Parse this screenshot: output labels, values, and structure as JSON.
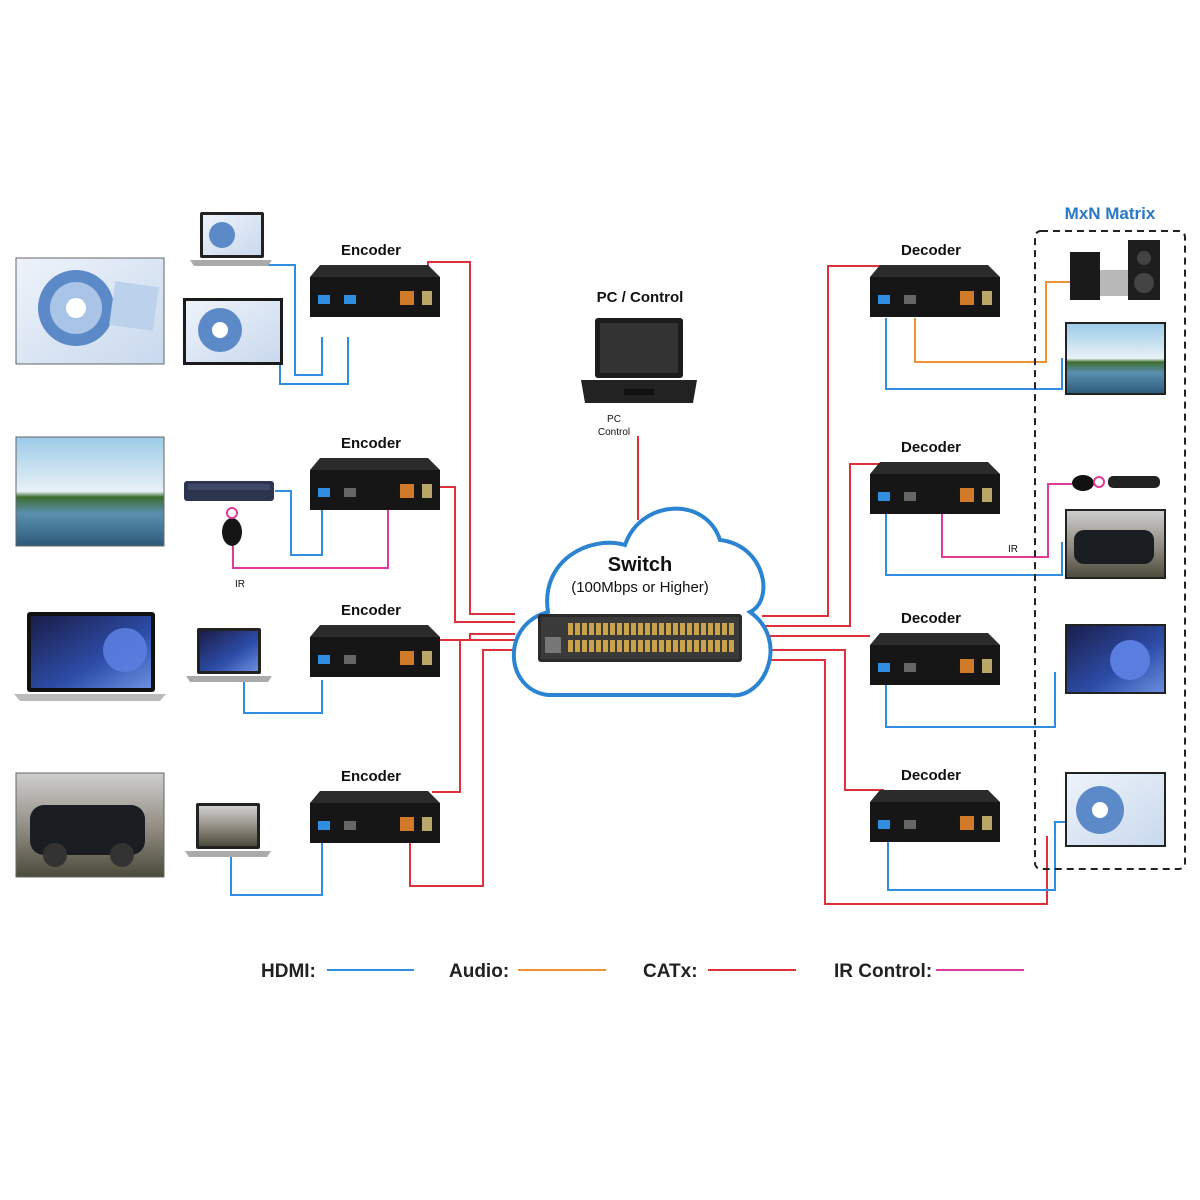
{
  "diagram": {
    "pc": {
      "title": "PC / Control",
      "port_label_1": "PC",
      "port_label_2": "Control"
    },
    "switch": {
      "title": "Switch",
      "subtitle": "(100Mbps or Higher)"
    },
    "matrix": {
      "title": "MxN Matrix"
    },
    "encoders": [
      {
        "label": "Encoder"
      },
      {
        "label": "Encoder"
      },
      {
        "label": "Encoder"
      },
      {
        "label": "Encoder"
      }
    ],
    "decoders": [
      {
        "label": "Decoder"
      },
      {
        "label": "Decoder"
      },
      {
        "label": "Decoder"
      },
      {
        "label": "Decoder"
      }
    ],
    "ir_labels": {
      "left": "IR",
      "right": "IR"
    },
    "legend": [
      {
        "label": "HDMI:",
        "color": "#2f8ee0"
      },
      {
        "label": "Audio:",
        "color": "#f09233"
      },
      {
        "label": "CATx:",
        "color": "#e0303c"
      },
      {
        "label": "IR Control:",
        "color": "#e03a9a"
      }
    ]
  },
  "icons": {
    "sources": [
      "display-icon",
      "media-player-icon",
      "laptop-icon",
      "laptop-icon"
    ],
    "sinks": [
      "stereo-speaker-icon",
      "tv-icon",
      "ir-remote-icon",
      "tv-icon",
      "tv-icon",
      "tv-icon"
    ]
  }
}
